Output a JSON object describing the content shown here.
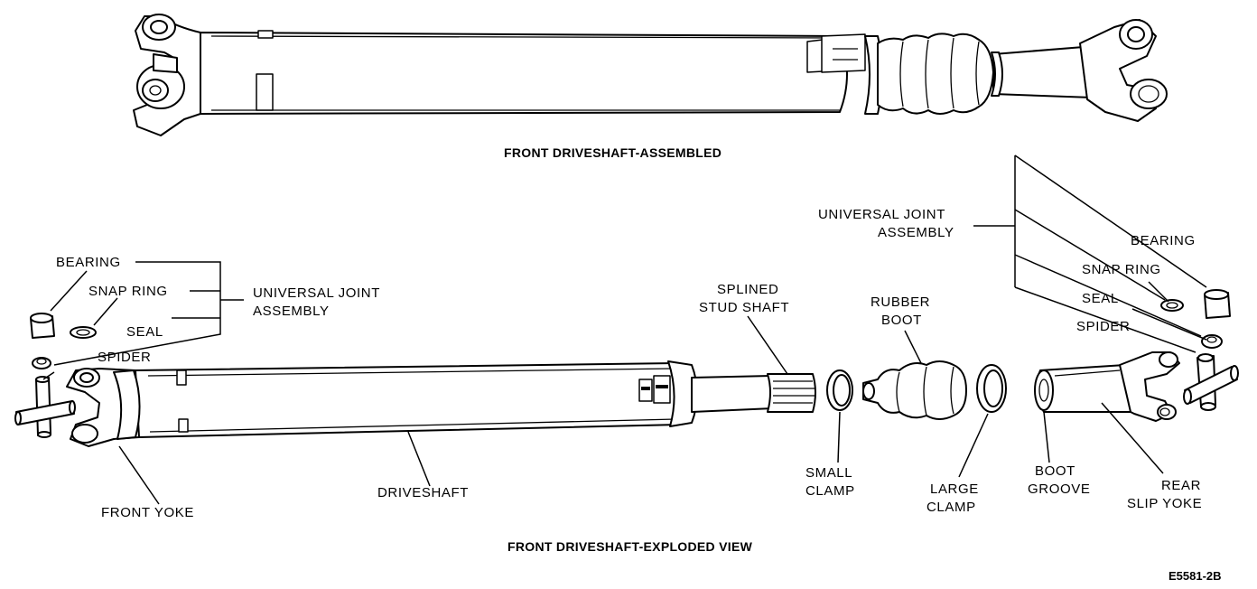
{
  "captions": {
    "assembled": "FRONT DRIVESHAFT-ASSEMBLED",
    "exploded": "FRONT DRIVESHAFT-EXPLODED VIEW",
    "figure_code": "E5581-2B"
  },
  "labels_left": {
    "bearing": "BEARING",
    "snap_ring": "SNAP RING",
    "seal": "SEAL",
    "spider": "SPIDER",
    "ujoint_line1": "UNIVERSAL JOINT",
    "ujoint_line2": "ASSEMBLY",
    "front_yoke": "FRONT YOKE",
    "driveshaft": "DRIVESHAFT"
  },
  "labels_middle": {
    "splined_line1": "SPLINED",
    "splined_line2": "STUD SHAFT",
    "small_clamp_line1": "SMALL",
    "small_clamp_line2": "CLAMP",
    "rubber_boot_line1": "RUBBER",
    "rubber_boot_line2": "BOOT",
    "large_clamp_line1": "LARGE",
    "large_clamp_line2": "CLAMP",
    "boot_groove_line1": "BOOT",
    "boot_groove_line2": "GROOVE",
    "rear_slip_yoke_line1": "REAR",
    "rear_slip_yoke_line2": "SLIP YOKE"
  },
  "labels_right": {
    "ujoint_line1": "UNIVERSAL JOINT",
    "ujoint_line2": "ASSEMBLY",
    "bearing": "BEARING",
    "snap_ring": "SNAP RING",
    "seal": "SEAL",
    "spider": "SPIDER"
  }
}
